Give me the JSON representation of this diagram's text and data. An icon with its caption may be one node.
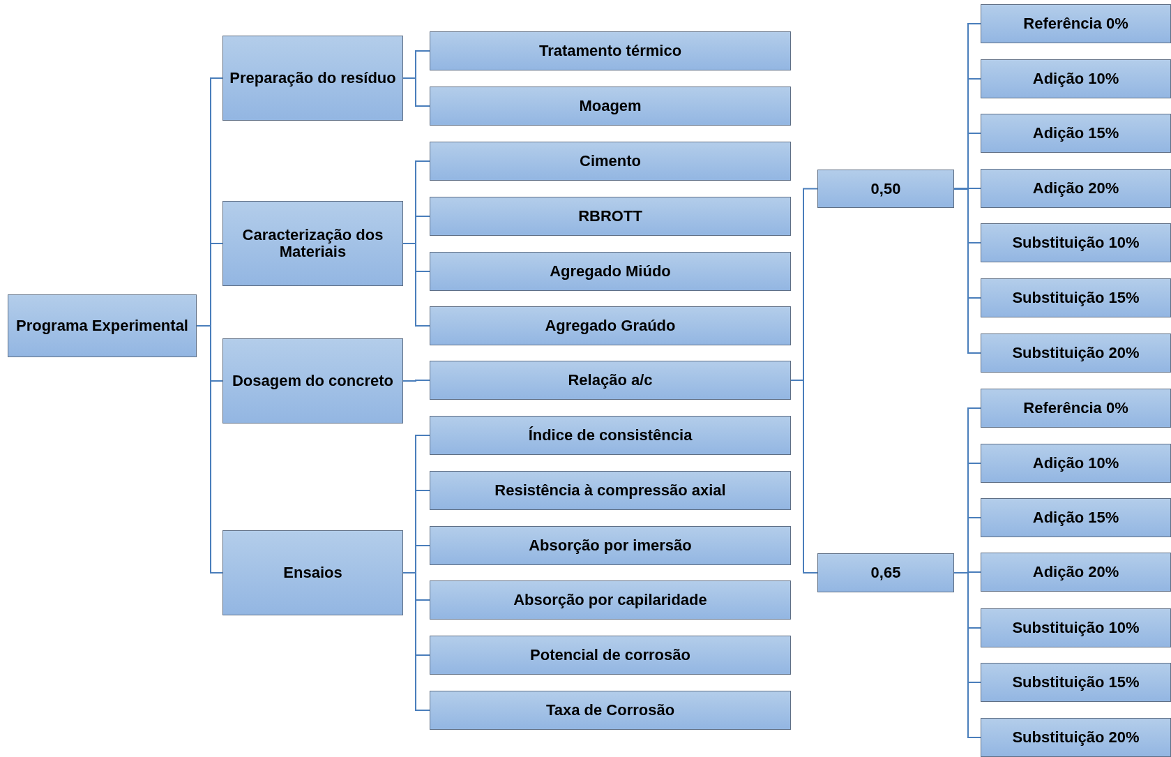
{
  "diagram": {
    "nodes": [
      {
        "text": [
          "Programa Experimental"
        ]
      },
      {
        "text": [
          "Preparação do resíduo"
        ]
      },
      {
        "text": [
          "Caracterização dos Materiais"
        ]
      },
      {
        "text": [
          "Dosagem do concreto"
        ]
      },
      {
        "text": [
          "Ensaios"
        ]
      },
      {
        "text": [
          "Tratamento térmico"
        ]
      },
      {
        "text": [
          "Moagem"
        ]
      },
      {
        "text": [
          "Cimento"
        ]
      },
      {
        "text": [
          "RBROTT"
        ]
      },
      {
        "text": [
          "Agregado Miúdo"
        ]
      },
      {
        "text": [
          "Agregado Graúdo"
        ]
      },
      {
        "text": [
          "Relação a/c"
        ]
      },
      {
        "text": [
          "Índice de consistência"
        ]
      },
      {
        "text": [
          "Resistência à compressão axial"
        ]
      },
      {
        "text": [
          "Absorção por imersão"
        ]
      },
      {
        "text": [
          "Absorção por capilaridade"
        ]
      },
      {
        "text": [
          "Potencial de corrosão"
        ]
      },
      {
        "text": [
          "Taxa de Corrosão"
        ]
      },
      {
        "text": [
          "0,50"
        ]
      },
      {
        "text": [
          "0,65"
        ]
      },
      {
        "text": [
          "Referência 0%"
        ]
      },
      {
        "text": [
          "Adição 10%"
        ]
      },
      {
        "text": [
          "Adição 15%"
        ]
      },
      {
        "text": [
          "Adição 20%"
        ]
      },
      {
        "text": [
          "Substituição 10%"
        ]
      },
      {
        "text": [
          "Substituição 15%"
        ]
      },
      {
        "text": [
          "Substituição 20%"
        ]
      },
      {
        "text": [
          "Referência 0%"
        ]
      },
      {
        "text": [
          "Adição 10%"
        ]
      },
      {
        "text": [
          "Adição 15%"
        ]
      },
      {
        "text": [
          "Adição 20%"
        ]
      },
      {
        "text": [
          "Substituição 10%"
        ]
      },
      {
        "text": [
          "Substituição 15%"
        ]
      },
      {
        "text": [
          "Substituição 20%"
        ]
      }
    ],
    "edges": [
      {
        "from": 0,
        "to": 1,
        "arrow": "none"
      },
      {
        "from": 0,
        "to": 2,
        "arrow": "none"
      },
      {
        "from": 0,
        "to": 3,
        "arrow": "none"
      },
      {
        "from": 0,
        "to": 4,
        "arrow": "none"
      },
      {
        "from": 1,
        "to": 5,
        "arrow": "none"
      },
      {
        "from": 1,
        "to": 6,
        "arrow": "none"
      },
      {
        "from": 2,
        "to": 7,
        "arrow": "none"
      },
      {
        "from": 2,
        "to": 8,
        "arrow": "none"
      },
      {
        "from": 2,
        "to": 9,
        "arrow": "none"
      },
      {
        "from": 2,
        "to": 10,
        "arrow": "none"
      },
      {
        "from": 3,
        "to": 11,
        "arrow": "none"
      },
      {
        "from": 4,
        "to": 12,
        "arrow": "none"
      },
      {
        "from": 4,
        "to": 13,
        "arrow": "none"
      },
      {
        "from": 4,
        "to": 14,
        "arrow": "none"
      },
      {
        "from": 4,
        "to": 15,
        "arrow": "none"
      },
      {
        "from": 4,
        "to": 16,
        "arrow": "none"
      },
      {
        "from": 4,
        "to": 17,
        "arrow": "none"
      },
      {
        "from": 11,
        "to": 18,
        "arrow": "none"
      },
      {
        "from": 11,
        "to": 19,
        "arrow": "none"
      },
      {
        "from": 18,
        "to": 20,
        "arrow": "none"
      },
      {
        "from": 18,
        "to": 21,
        "arrow": "none"
      },
      {
        "from": 18,
        "to": 22,
        "arrow": "none"
      },
      {
        "from": 18,
        "to": 23,
        "arrow": "none"
      },
      {
        "from": 18,
        "to": 24,
        "arrow": "none"
      },
      {
        "from": 18,
        "to": 25,
        "arrow": "none"
      },
      {
        "from": 18,
        "to": 26,
        "arrow": "none"
      },
      {
        "from": 19,
        "to": 27,
        "arrow": "none"
      },
      {
        "from": 19,
        "to": 28,
        "arrow": "none"
      },
      {
        "from": 19,
        "to": 29,
        "arrow": "none"
      },
      {
        "from": 19,
        "to": 30,
        "arrow": "none"
      },
      {
        "from": 19,
        "to": 31,
        "arrow": "none"
      },
      {
        "from": 19,
        "to": 32,
        "arrow": "none"
      },
      {
        "from": 19,
        "to": 33,
        "arrow": "none"
      }
    ]
  }
}
